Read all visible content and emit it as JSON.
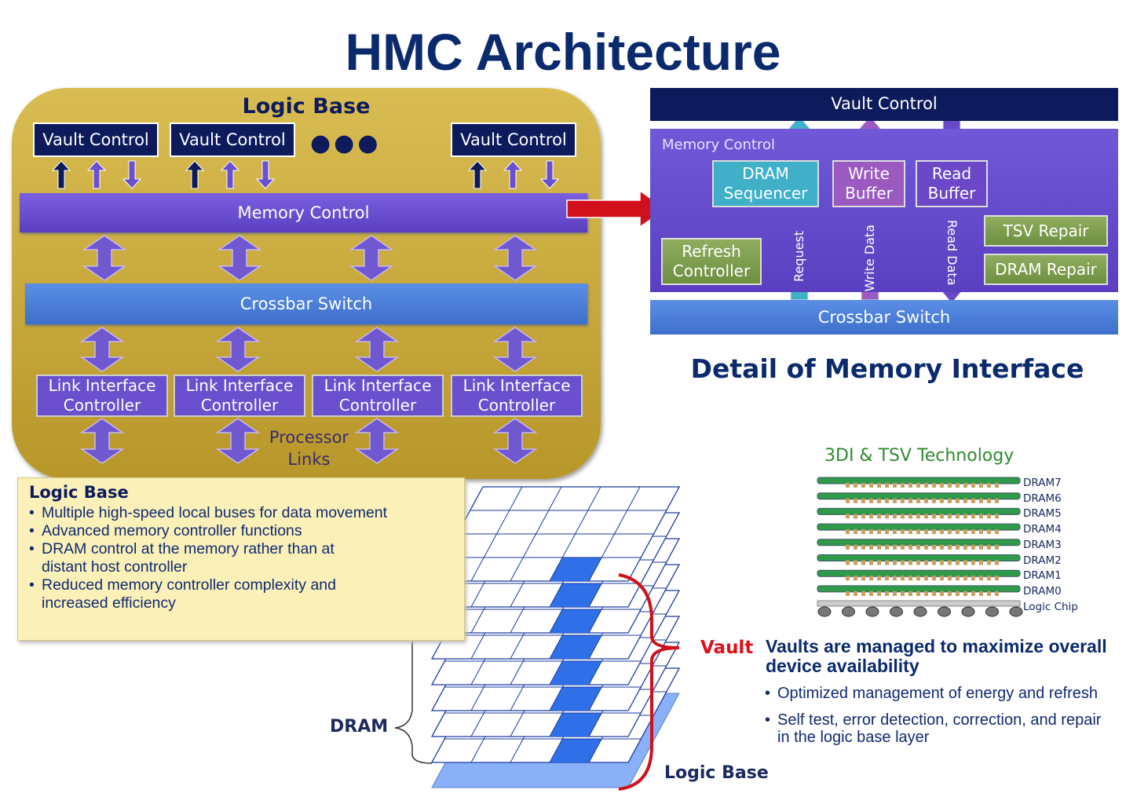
{
  "title": "HMC Architecture",
  "logic_base": {
    "heading": "Logic Base",
    "vault_controls": [
      "Vault Control",
      "Vault Control",
      "Vault Control"
    ],
    "memory_control": "Memory Control",
    "crossbar": "Crossbar Switch",
    "link_controllers": [
      "Link Interface Controller",
      "Link Interface Controller",
      "Link Interface Controller",
      "Link Interface Controller"
    ],
    "processor_links": "Processor Links"
  },
  "callout": {
    "heading": "Logic Base",
    "bullets": [
      "Multiple high-speed local buses for data movement",
      "Advanced memory controller functions",
      "DRAM control at the memory rather than at distant host controller",
      "Reduced memory controller complexity and increased efficiency"
    ]
  },
  "detail": {
    "vault_control": "Vault Control",
    "memory_control": "Memory Control",
    "dram_sequencer": "DRAM Sequencer",
    "write_buffer": "Write Buffer",
    "read_buffer": "Read Buffer",
    "refresh_controller": "Refresh Controller",
    "tsv_repair": "TSV Repair",
    "dram_repair": "DRAM Repair",
    "request": "Request",
    "write_data": "Write Data",
    "read_data": "Read Data",
    "crossbar": "Crossbar Switch",
    "caption": "Detail of Memory Interface"
  },
  "tsv": {
    "heading": "3DI & TSV Technology",
    "layers": [
      "DRAM7",
      "DRAM6",
      "DRAM5",
      "DRAM4",
      "DRAM3",
      "DRAM2",
      "DRAM1",
      "DRAM0"
    ],
    "logic_chip": "Logic Chip"
  },
  "stack": {
    "dram_label": "DRAM",
    "vault_label": "Vault",
    "logic_base_label": "Logic Base"
  },
  "vaults": {
    "heading": "Vaults are managed to maximize overall device availability",
    "bullets": [
      "Optimized management of energy and refresh",
      "Self test, error detection, correction, and repair in the logic base layer"
    ]
  },
  "colors": {
    "title": "#0b2a6e",
    "purple": "#6a4fcf",
    "crossbar": "#4a7fd6",
    "vault_red": "#e0101a",
    "tsv_green": "#2e8b2e"
  }
}
